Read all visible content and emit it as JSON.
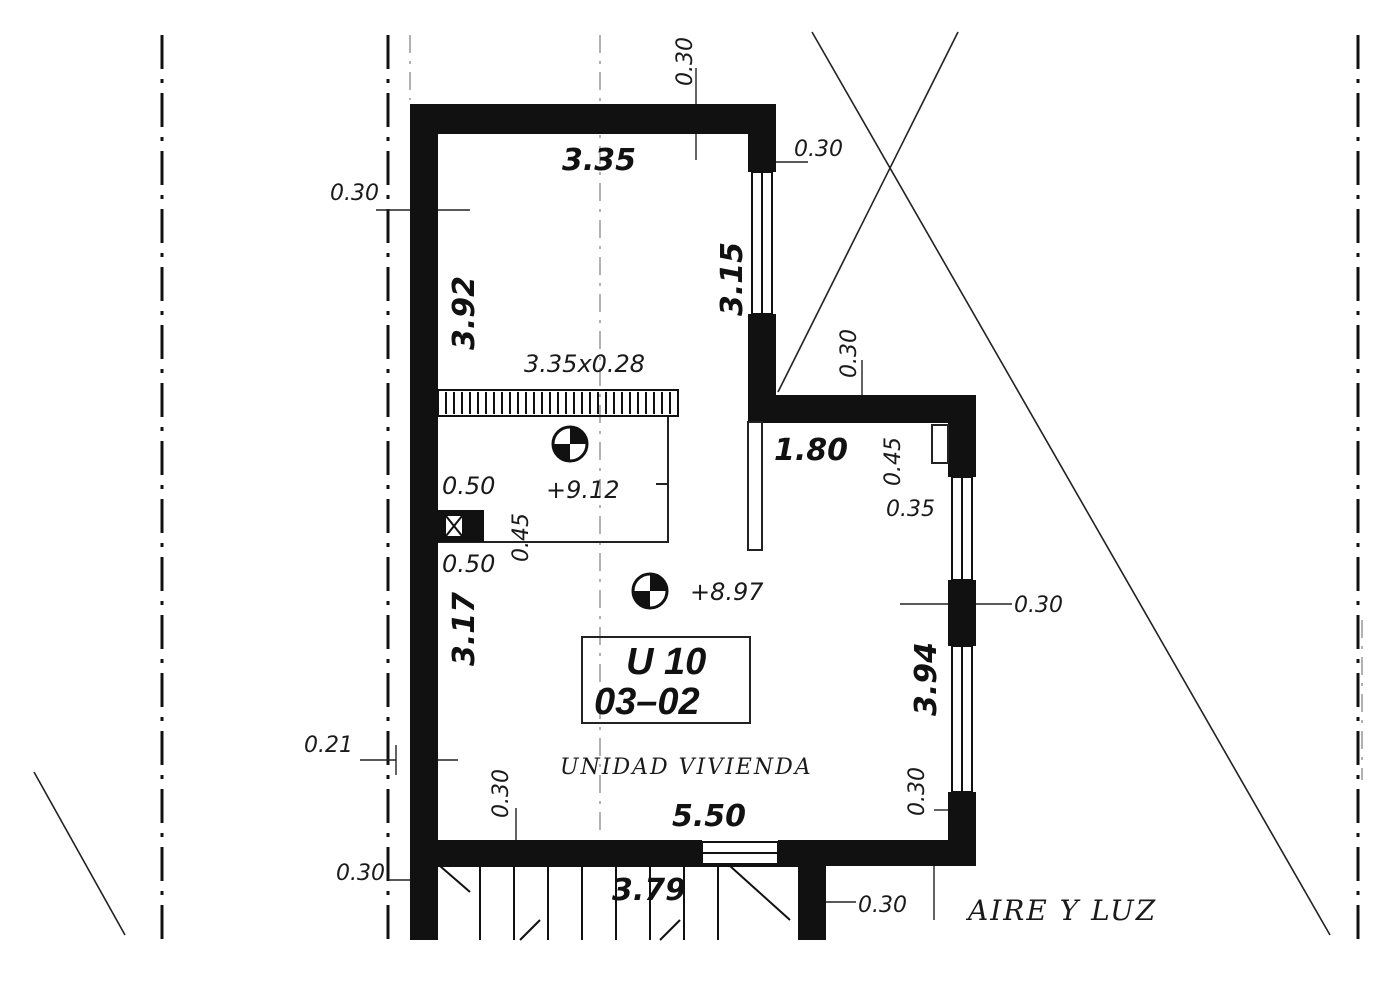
{
  "unit": {
    "code": "U 10",
    "number": "03–02",
    "name": "UNIDAD VIVIENDA"
  },
  "outside_label": "AIRE Y LUZ",
  "levels": {
    "upper": "+9.12",
    "lower": "+8.97"
  },
  "beam_label": "3.35x0.28",
  "dimensions": {
    "top_width": "3.35",
    "top_right_wall": "0.30",
    "top_wall_thickness": "0.30",
    "left_wall_upper": "0.30",
    "left_height_upper": "3.92",
    "right_height_upper": "3.15",
    "step_wall": "0.30",
    "step_width": "1.80",
    "corner_45": "0.45",
    "corner_35": "0.35",
    "niche_top": "0.50",
    "niche_side": "0.45",
    "niche_bottom": "0.50",
    "left_height_lower": "3.17",
    "right_wall_mid": "0.30",
    "right_height_lower": "3.94",
    "left_offset": "0.21",
    "bottom_left_wall": "0.30",
    "bottom_right_wall": "0.30",
    "bottom_width": "5.50",
    "stair_left_wall": "0.30",
    "stair_width": "3.79",
    "stair_right_wall": "0.30"
  },
  "symbols": {
    "level_marker": "level-marker-icon"
  }
}
